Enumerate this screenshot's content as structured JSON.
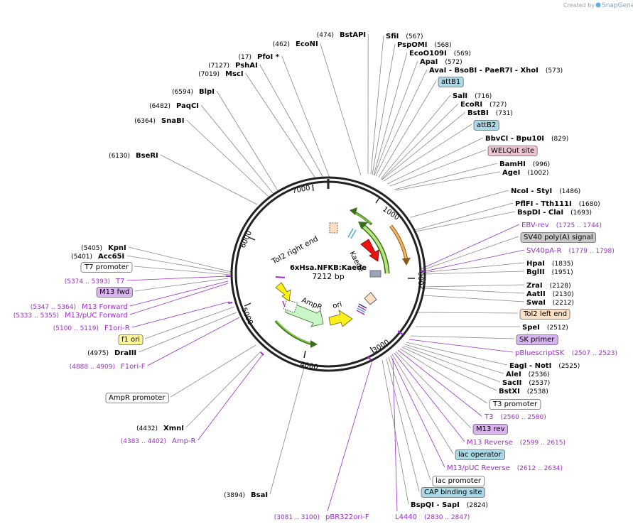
{
  "credit": {
    "prefix": "Created by",
    "brand": "SnapGene"
  },
  "plasmid": {
    "name": "6xHsa.NFKB:Kaede",
    "size_label": "7212 bp",
    "length": 7212
  },
  "ticks": [
    "1000",
    "2000",
    "3000",
    "4000",
    "5000",
    "6000",
    "7000"
  ],
  "feature_labels": {
    "kaede": "Kaede",
    "tol2_right": "Tol2 right end",
    "ampr": "AmpR",
    "ori": "ori"
  },
  "annotations": [
    {
      "key": "bstapi",
      "text": "BstAPI",
      "num": "(474)",
      "kind": "rs"
    },
    {
      "key": "econi",
      "text": "EcoNI",
      "num": "(462)",
      "kind": "rs"
    },
    {
      "key": "pfoi",
      "text": "PfoI *",
      "num": "(17)",
      "kind": "rs"
    },
    {
      "key": "pshai",
      "text": "PshAI",
      "num": "(7127)",
      "kind": "rs"
    },
    {
      "key": "msci",
      "text": "MscI",
      "num": "(7019)",
      "kind": "rs"
    },
    {
      "key": "blpi",
      "text": "BlpI",
      "num": "(6594)",
      "kind": "rs"
    },
    {
      "key": "paqci",
      "text": "PaqCI",
      "num": "(6482)",
      "kind": "rs"
    },
    {
      "key": "snabi",
      "text": "SnaBI",
      "num": "(6364)",
      "kind": "rs"
    },
    {
      "key": "bseri",
      "text": "BseRI",
      "num": "(6130)",
      "kind": "rs"
    },
    {
      "key": "kpni",
      "text": "KpnI",
      "num": "(5405)",
      "kind": "rs"
    },
    {
      "key": "acc65i",
      "text": "Acc65I",
      "num": "(5401)",
      "kind": "rs"
    },
    {
      "key": "t7prom",
      "text": "T7 promoter",
      "num": "",
      "kind": "box",
      "bg": "#ffffff"
    },
    {
      "key": "t7",
      "text": "T7",
      "num": "(5374 .. 5393)",
      "kind": "primer"
    },
    {
      "key": "m13fwdbox",
      "text": "M13 fwd",
      "num": "",
      "kind": "box",
      "bg": "#d9b3f0"
    },
    {
      "key": "m13forward",
      "text": "M13 Forward",
      "num": "(5347 .. 5364)",
      "kind": "primer"
    },
    {
      "key": "m13pucforward",
      "text": "M13/pUC Forward",
      "num": "(5333 .. 5355)",
      "kind": "primer"
    },
    {
      "key": "f1orir",
      "text": "F1ori-R",
      "num": "(5100 .. 5119)",
      "kind": "primer"
    },
    {
      "key": "f1ori",
      "text": "f1 ori",
      "num": "",
      "kind": "box",
      "bg": "#fff59a"
    },
    {
      "key": "draiii",
      "text": "DraIII",
      "num": "(4975)",
      "kind": "rs"
    },
    {
      "key": "f1orif",
      "text": "F1ori-F",
      "num": "(4888 .. 4909)",
      "kind": "primer"
    },
    {
      "key": "amprprom",
      "text": "AmpR promoter",
      "num": "",
      "kind": "box",
      "bg": "#ffffff"
    },
    {
      "key": "xmni",
      "text": "XmnI",
      "num": "(4432)",
      "kind": "rs"
    },
    {
      "key": "ampr_primer",
      "text": "Amp-R",
      "num": "(4383 .. 4402)",
      "kind": "primer"
    },
    {
      "key": "bsai",
      "text": "BsaI",
      "num": "(3894)",
      "kind": "rs"
    },
    {
      "key": "pbr322",
      "text": "pBR322ori-F",
      "num": "(3081 .. 3100)",
      "kind": "primer"
    },
    {
      "key": "l4440",
      "text": "L4440",
      "num": "(2830 .. 2847)",
      "kind": "primer"
    },
    {
      "key": "sfii",
      "text": "SfiI",
      "num": "(567)",
      "kind": "rs"
    },
    {
      "key": "pspomi",
      "text": "PspOMI",
      "num": "(568)",
      "kind": "rs"
    },
    {
      "key": "eco0109i",
      "text": "EcoO109I",
      "num": "(569)",
      "kind": "rs"
    },
    {
      "key": "apai",
      "text": "ApaI",
      "num": "(572)",
      "kind": "rs"
    },
    {
      "key": "avai",
      "text": "AvaI  - BsoBI  - PaeR7I  - XhoI",
      "num": "(573)",
      "kind": "rs"
    },
    {
      "key": "attb1",
      "text": "attB1",
      "num": "",
      "kind": "box",
      "bg": "#a9d8e6"
    },
    {
      "key": "sali",
      "text": "SalI",
      "num": "(716)",
      "kind": "rs"
    },
    {
      "key": "ecori",
      "text": "EcoRI",
      "num": "(727)",
      "kind": "rs"
    },
    {
      "key": "bstbi",
      "text": "BstBI",
      "num": "(731)",
      "kind": "rs"
    },
    {
      "key": "attb2",
      "text": "attB2",
      "num": "",
      "kind": "box",
      "bg": "#a9d8e6"
    },
    {
      "key": "bbvci",
      "text": "BbvCI  - Bpu10I",
      "num": "(829)",
      "kind": "rs"
    },
    {
      "key": "welqut",
      "text": "WELQut site",
      "num": "",
      "kind": "box",
      "bg": "#eec5cf"
    },
    {
      "key": "bamhi",
      "text": "BamHI",
      "num": "(996)",
      "kind": "rs"
    },
    {
      "key": "agei",
      "text": "AgeI",
      "num": "(1002)",
      "kind": "rs"
    },
    {
      "key": "ncoi",
      "text": "NcoI  - StyI",
      "num": "(1486)",
      "kind": "rs"
    },
    {
      "key": "pflfi",
      "text": "PflFI  - Tth111I",
      "num": "(1680)",
      "kind": "rs"
    },
    {
      "key": "bspdi",
      "text": "BspDI  - ClaI",
      "num": "(1693)",
      "kind": "rs"
    },
    {
      "key": "ebvrev",
      "text": "EBV-rev",
      "num": "(1725 .. 1744)",
      "kind": "primer"
    },
    {
      "key": "sv40polya",
      "text": "SV40 poly(A) signal",
      "num": "",
      "kind": "box",
      "bg": "#c8c8c8"
    },
    {
      "key": "sv40par",
      "text": "SV40pA-R",
      "num": "(1779 .. 1798)",
      "kind": "primer"
    },
    {
      "key": "hpai",
      "text": "HpaI",
      "num": "(1835)",
      "kind": "rs"
    },
    {
      "key": "bglii",
      "text": "BglII",
      "num": "(1951)",
      "kind": "rs"
    },
    {
      "key": "zrai",
      "text": "ZraI",
      "num": "(2128)",
      "kind": "rs"
    },
    {
      "key": "aatii",
      "text": "AatII",
      "num": "(2130)",
      "kind": "rs"
    },
    {
      "key": "swai",
      "text": "SwaI",
      "num": "(2212)",
      "kind": "rs"
    },
    {
      "key": "tol2left",
      "text": "Tol2 left end",
      "num": "",
      "kind": "box",
      "bg": "#fde0c4"
    },
    {
      "key": "spei",
      "text": "SpeI",
      "num": "(2512)",
      "kind": "rs"
    },
    {
      "key": "skprimer",
      "text": "SK primer",
      "num": "",
      "kind": "box",
      "bg": "#d9b3f0"
    },
    {
      "key": "pbluescript",
      "text": "pBluescriptSK",
      "num": "(2507 .. 2523)",
      "kind": "primer"
    },
    {
      "key": "eagi",
      "text": "EagI  - NotI",
      "num": "(2525)",
      "kind": "rs"
    },
    {
      "key": "alei",
      "text": "AleI",
      "num": "(2536)",
      "kind": "rs"
    },
    {
      "key": "sacii",
      "text": "SacII",
      "num": "(2537)",
      "kind": "rs"
    },
    {
      "key": "bstxi",
      "text": "BstXI",
      "num": "(2538)",
      "kind": "rs"
    },
    {
      "key": "t3prom",
      "text": "T3 promoter",
      "num": "",
      "kind": "box",
      "bg": "#ffffff"
    },
    {
      "key": "t3",
      "text": "T3",
      "num": "(2560 .. 2580)",
      "kind": "primer"
    },
    {
      "key": "m13revbox",
      "text": "M13 rev",
      "num": "",
      "kind": "box",
      "bg": "#d9b3f0"
    },
    {
      "key": "m13reverse",
      "text": "M13 Reverse",
      "num": "(2599 .. 2615)",
      "kind": "primer"
    },
    {
      "key": "lacop",
      "text": "lac operator",
      "num": "",
      "kind": "box",
      "bg": "#a9d8e6"
    },
    {
      "key": "m13pucrev",
      "text": "M13/pUC Reverse",
      "num": "(2612 .. 2634)",
      "kind": "primer"
    },
    {
      "key": "lacprom",
      "text": "lac promoter",
      "num": "",
      "kind": "box",
      "bg": "#ffffff"
    },
    {
      "key": "capsite",
      "text": "CAP binding site",
      "num": "",
      "kind": "box",
      "bg": "#a9d8e6"
    },
    {
      "key": "bspqi",
      "text": "BspQI  - SapI",
      "num": "(2824)",
      "kind": "rs"
    }
  ],
  "colors": {
    "primer": "#9b2fc8",
    "kaede": "#ee1111",
    "ampr": "#c9f5c9",
    "ori": "#ffef1a",
    "orf_arc": "#7fc33f",
    "orange_arc": "#f0a030",
    "line": "#888888"
  }
}
